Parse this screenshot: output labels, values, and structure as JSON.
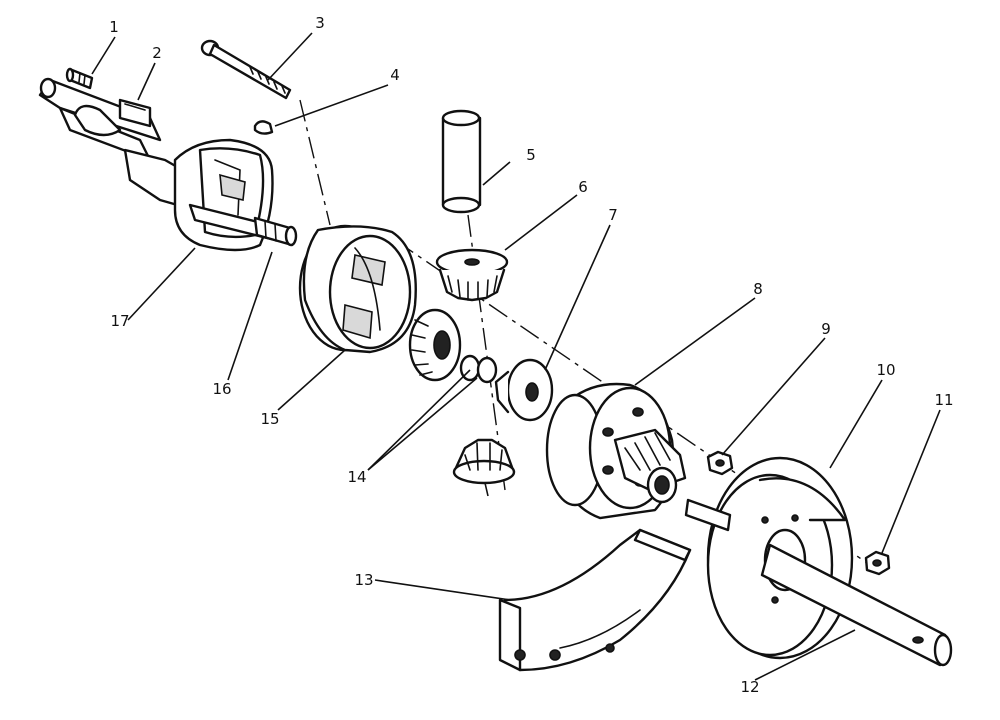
{
  "diagram": {
    "callouts": [
      {
        "id": "callout-1",
        "text": "1"
      },
      {
        "id": "callout-2",
        "text": "2"
      },
      {
        "id": "callout-3",
        "text": "3"
      },
      {
        "id": "callout-4",
        "text": "4"
      },
      {
        "id": "callout-5",
        "text": "5"
      },
      {
        "id": "callout-6",
        "text": "6"
      },
      {
        "id": "callout-7",
        "text": "7"
      },
      {
        "id": "callout-8",
        "text": "8"
      },
      {
        "id": "callout-9",
        "text": "9"
      },
      {
        "id": "callout-10",
        "text": "10"
      },
      {
        "id": "callout-11",
        "text": "11"
      },
      {
        "id": "callout-12",
        "text": "12"
      },
      {
        "id": "callout-13",
        "text": "13"
      },
      {
        "id": "callout-14",
        "text": "14"
      },
      {
        "id": "callout-15",
        "text": "15"
      },
      {
        "id": "callout-16",
        "text": "16"
      },
      {
        "id": "callout-17",
        "text": "17"
      }
    ]
  }
}
